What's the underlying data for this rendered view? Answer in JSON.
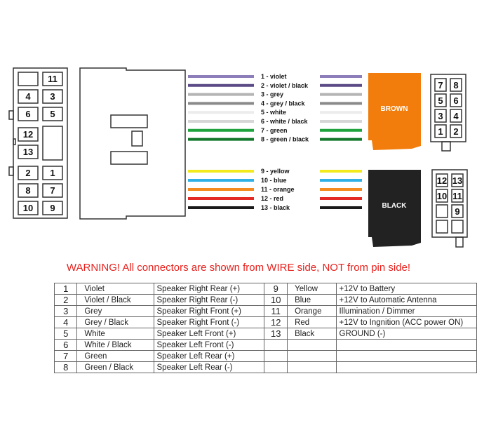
{
  "warning": "WARNING! All connectors are shown from WIRE side, NOT from pin side!",
  "connector_left": {
    "pins": [
      "11",
      "4",
      "3",
      "6",
      "5",
      "12",
      "13",
      "2",
      "1",
      "8",
      "7",
      "10",
      "9"
    ]
  },
  "brown_block": {
    "label": "BROWN",
    "color": "#f27d0c",
    "pins": [
      "7",
      "8",
      "5",
      "6",
      "3",
      "4",
      "1",
      "2"
    ]
  },
  "black_block": {
    "label": "BLACK",
    "color": "#222222",
    "pins": [
      "12",
      "13",
      "10",
      "11",
      "9"
    ]
  },
  "wires": [
    {
      "num": "1",
      "label": "1 - violet",
      "color": "#8d7eb9"
    },
    {
      "num": "2",
      "label": "2 - violet / black",
      "color": "#5b4a86"
    },
    {
      "num": "3",
      "label": "3 - grey",
      "color": "#b4b4b4"
    },
    {
      "num": "4",
      "label": "4 - grey / black",
      "color": "#8a8a8a"
    },
    {
      "num": "5",
      "label": "5 - white",
      "color": "#ececec"
    },
    {
      "num": "6",
      "label": "6 - white / black",
      "color": "#d6d6d6"
    },
    {
      "num": "7",
      "label": "7 - green",
      "color": "#1fa33c"
    },
    {
      "num": "8",
      "label": "8 - green / black",
      "color": "#13782a"
    },
    {
      "num": "9",
      "label": "9 - yellow",
      "color": "#f3ea1e"
    },
    {
      "num": "10",
      "label": "10 - blue",
      "color": "#2fb0e6"
    },
    {
      "num": "11",
      "label": "11 - orange",
      "color": "#f58a1f"
    },
    {
      "num": "12",
      "label": "12 - red",
      "color": "#e32a25"
    },
    {
      "num": "13",
      "label": "13 - black",
      "color": "#1a1a1a"
    }
  ],
  "table": {
    "left": [
      {
        "num": "1",
        "color": "Violet",
        "function": "Speaker Right Rear (+)"
      },
      {
        "num": "2",
        "color": "Violet / Black",
        "function": "Speaker Right Rear (-)"
      },
      {
        "num": "3",
        "color": "Grey",
        "function": "Speaker Right Front (+)"
      },
      {
        "num": "4",
        "color": "Grey / Black",
        "function": "Speaker Right Front (-)"
      },
      {
        "num": "5",
        "color": "White",
        "function": "Speaker Left Front (+)"
      },
      {
        "num": "6",
        "color": "White / Black",
        "function": "Speaker Left Front (-)"
      },
      {
        "num": "7",
        "color": "Green",
        "function": "Speaker Left Rear (+)"
      },
      {
        "num": "8",
        "color": "Green / Black",
        "function": "Speaker Left Rear (-)"
      }
    ],
    "right": [
      {
        "num": "9",
        "color": "Yellow",
        "function": "+12V to Battery"
      },
      {
        "num": "10",
        "color": "Blue",
        "function": "+12V to Automatic Antenna"
      },
      {
        "num": "11",
        "color": "Orange",
        "function": "Illumination / Dimmer"
      },
      {
        "num": "12",
        "color": "Red",
        "function": "+12V to Ingnition (ACC power ON)"
      },
      {
        "num": "13",
        "color": "Black",
        "function": "GROUND (-)"
      },
      {
        "num": "",
        "color": "",
        "function": ""
      },
      {
        "num": "",
        "color": "",
        "function": ""
      },
      {
        "num": "",
        "color": "",
        "function": ""
      }
    ]
  }
}
